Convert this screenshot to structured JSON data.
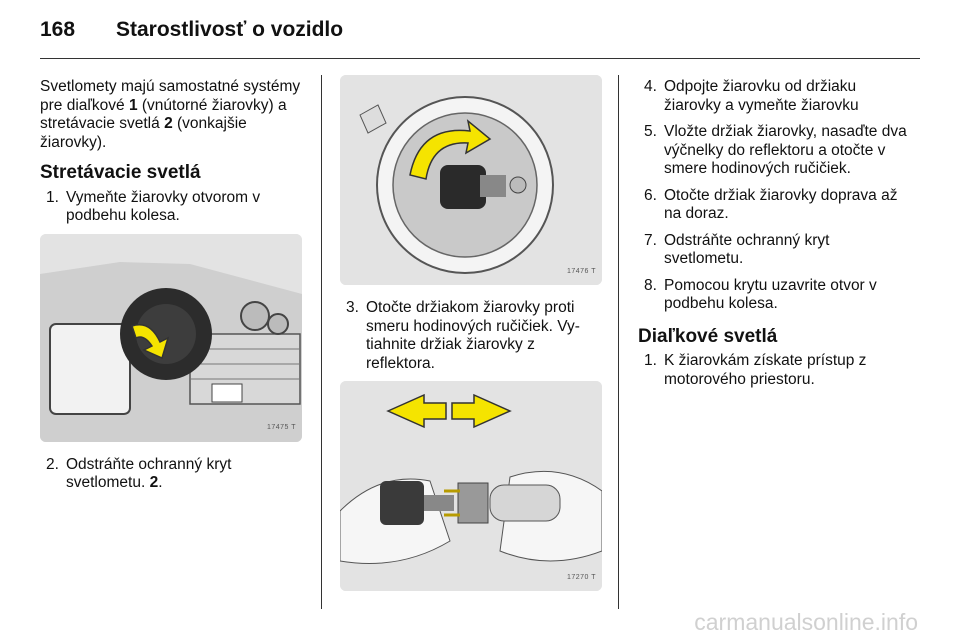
{
  "header": {
    "page_number": "168",
    "title": "Starostlivosť o vozidlo"
  },
  "col1": {
    "intro_a": "Svetlomety majú samostatné systémy pre diaľkové ",
    "intro_b1": "1",
    "intro_c": " (vnútorné žiarovky) a stretávacie svetlá ",
    "intro_b2": "2",
    "intro_d": " (vonkajšie žiarovky).",
    "heading": "Stretávacie svetlá",
    "step1_num": "1.",
    "step1": "Vymeňte žiarovky otvorom v podbehu kolesa.",
    "figure1_code": "17475 T",
    "step2_num": "2.",
    "step2_text": "Odstráňte ochranný kryt svetlometu. ",
    "step2_bold": "2",
    "step2_end": "."
  },
  "col2": {
    "figure2_code": "17476 T",
    "step3_num": "3.",
    "step3": "Otočte držiakom žiarovky proti smeru hodinových ručičiek. Vy-tiahnite držiak žiarovky z reflektora.",
    "figure3_code": "17270 T"
  },
  "col3": {
    "steps": [
      {
        "num": "4.",
        "text": "Odpojte žiarovku od držiaku žiarovky a vymeňte žiarovku"
      },
      {
        "num": "5.",
        "text": "Vložte držiak žiarovky, nasaďte dva výčnelky do reflektoru a otočte v smere hodinových ručičiek."
      },
      {
        "num": "6.",
        "text": "Otočte držiak žiarovky doprava až na doraz."
      },
      {
        "num": "7.",
        "text": "Odstráňte ochranný kryt svetlometu."
      },
      {
        "num": "8.",
        "text": "Pomocou krytu uzavrite otvor v podbehu kolesa."
      }
    ],
    "heading": "Diaľkové svetlá",
    "step1_num": "1.",
    "step1": "K žiarovkám získate prístup z motorového priestoru."
  },
  "watermark": "carmanualsonline.info",
  "colors": {
    "arrow": "#f5e400",
    "figure_bg": "#e3e3e3"
  }
}
